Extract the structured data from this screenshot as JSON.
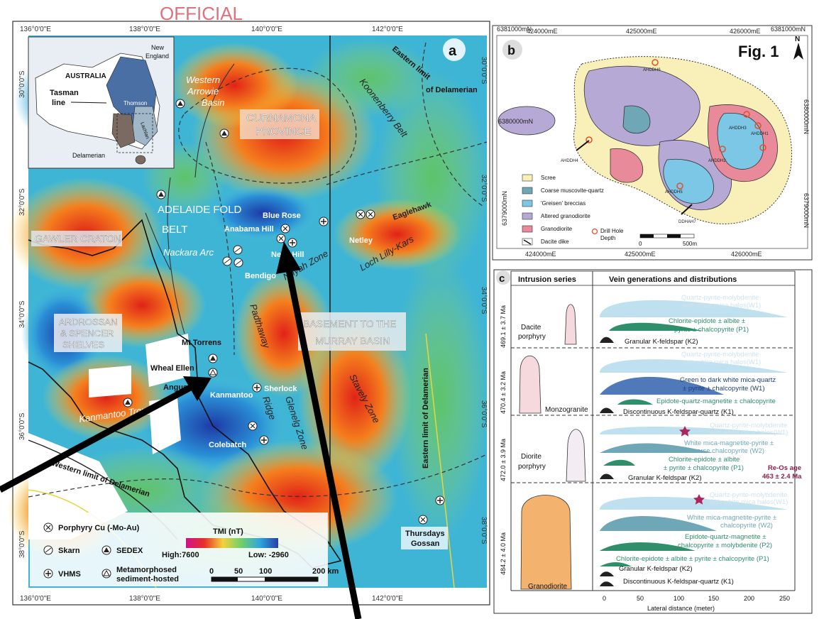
{
  "header": {
    "official": "OFFICIAL"
  },
  "map_a": {
    "panel_letter": "a",
    "top_lon_labels": [
      "136°0'0\"E",
      "138°0'0\"E",
      "140°0'0\"E",
      "142°0'0\"E"
    ],
    "bottom_lon_labels": [
      "136°0'0\"E",
      "138°0'0\"E",
      "140°0'0\"E",
      "142°0'0\"E"
    ],
    "left_lat_labels": [
      "30°0'0\"S",
      "32°0'0\"S",
      "34°0'0\"S",
      "36°0'0\"S",
      "38°0'0\"S"
    ],
    "right_lat_labels": [
      "30°0'0\"S",
      "32°0'0\"S",
      "34°0'0\"S",
      "36°0'0\"S",
      "38°0'0\"S"
    ],
    "inset": {
      "australia": "AUSTRALIA",
      "tasman": "Tasman",
      "line": "line",
      "new": "New",
      "england": "England",
      "thomson": "Thomson",
      "lachlan": "Lachlan",
      "delamerian": "Delamerian"
    },
    "regions": {
      "curnamona_1": "CURNAMONA",
      "curnamona_2": "PROVINCE",
      "adelaide_1": "ADELAIDE FOLD",
      "adelaide_2": "BELT",
      "gawler": "GAWLER CRATON",
      "ardrossan_1": "ARDROSSAN",
      "ardrossan_2": "& SPENCER",
      "ardrossan_3": "SHELVES",
      "basement_1": "BASEMENT TO THE",
      "basement_2": "MURRAY BASIN"
    },
    "italic_labels": {
      "western_1": "Western",
      "western_2": "Arrowie",
      "western_3": "Basin",
      "koonenberry": "Koonenberry Belt",
      "nackara": "Nackara Arc",
      "loch": "Loch Lilly-Kars",
      "kanmantoo": "Kanmantoo Trough",
      "padthaway": "Padthaway",
      "ridge": "Ridge",
      "glenelg": "Glenelg Zone",
      "stavely": "Stavely Zone",
      "nnyah": "Nnyah Zone"
    },
    "limits": {
      "eastern_top_1": "Eastern limit",
      "eastern_top_2": "of Delamerian",
      "eastern_right": "Eastern limit of Delamerian",
      "western": "Western limit of Delamerian"
    },
    "deposits": {
      "blue_rose": "Blue Rose",
      "anabama": "Anabama Hill",
      "netley": "Netley",
      "eaglehawk": "Eaglehawk",
      "nelly": "Nelly Hill",
      "bendigo": "Bendigo",
      "mt_torrens": "Mt Torrens",
      "wheal": "Wheal Ellen",
      "angus": "Angus",
      "kanmantoo_dep": "Kanmantoo",
      "sherlock": "Sherlock",
      "colebatch": "Colebatch",
      "thursdays_1": "Thursdays",
      "thursdays_2": "Gossan"
    },
    "legend": {
      "porphyry": "Porphyry Cu (-Mo-Au)",
      "skarn": "Skarn",
      "sedex": "SEDEX",
      "vhms": "VHMS",
      "meta_1": "Metamorphosed",
      "meta_2": "sediment-hosted",
      "tmi_title": "TMI (nT)",
      "tmi_high": "High:7600",
      "tmi_low": "Low: -2960",
      "scale_0": "0",
      "scale_50": "50",
      "scale_100": "100",
      "scale_200": "200 km"
    }
  },
  "map_b": {
    "panel_letter": "b",
    "fig_label": "Fig. 1",
    "north": "N",
    "corner_tl": "6381000mN",
    "corner_tr": "6381000mN",
    "east_top": [
      "424000mE",
      "425000mE",
      "426000mE"
    ],
    "east_bottom": [
      "424000mE",
      "425000mE",
      "426000mE"
    ],
    "north_6380": "6380000mN",
    "north_6379_left": "6379000mN",
    "north_6379_right": "6379000mN",
    "north_6380_right": "6380000mN",
    "holes": [
      "AHDDH6",
      "AHDDH4",
      "AHDDH2",
      "AHDDH3",
      "AHDDH1",
      "AHDDH5",
      "DDHAH7"
    ],
    "legend": {
      "scree": "Scree",
      "muscovite": "Coarse muscovite-quartz",
      "greisen": "'Greisen' breccias",
      "altered": "Altered granodiorite",
      "granodiorite": "Granodiorite",
      "dacite": "Dacite dike",
      "drill_1": "Drill Hole",
      "drill_2": "Depth",
      "scale_0": "0",
      "scale_500": "500m"
    }
  },
  "panel_c": {
    "panel_letter": "c",
    "col_intrusion": "Intrusion series",
    "col_veins": "Vein generations and distributions",
    "ages": [
      "469.1 ± 3.7 Ma",
      "470.4 ± 3.2 Ma",
      "472.0 ± 3.9 Ma",
      "484.2 ± 4.0 Ma"
    ],
    "intrusions": {
      "dacite_1": "Dacite",
      "dacite_2": "porphyry",
      "monzo": "Monzogranite",
      "diorite_1": "Diorite",
      "diorite_2": "porphyry",
      "grano": "Granodiorite"
    },
    "veins": {
      "d1": "Quartz-pyrite-molybdenite",
      "d2": "with white mica halos(W1)",
      "d3": "Chlorite-epidote ± albite ±",
      "d4": "pyrite ± chalcopyrite (P1)",
      "d5": "Granular K-feldspar (K2)",
      "m1": "Quartz-pyrite-molybdenite",
      "m2": "with white mica halos(W1)",
      "m3": "Green to dark white mica-quartz",
      "m4": "± pyrite ± chalcopyrite  (W1)",
      "m5": "Epidote-quartz-magnetite ± chalcopyrite",
      "m6": "Discontinuous K-feldspar-quartz  (K1)",
      "r1": "Quartz-pyrite-molybdenite",
      "r2": "with white mica halos(W1)",
      "r3": "White mica-magnetite-pyrite ±",
      "r4": "coarse chalcopyrite (W2)",
      "r5": "Chlorite-epidote ± albite",
      "r6": "± pyrite ± chalcopyrite (P1)",
      "r7": "Granular K-feldspar (K2)",
      "reos_1": "Re-Os age",
      "reos_2": "463 ± 2.4 Ma",
      "g1": "Quartz-pyrite-molybdenite",
      "g2": "with white mica halos(W1)",
      "g3": "White mica-magnetite-pyrite ±",
      "g4": "chalcopyrite (W2)",
      "g5": "Epidote-quartz-magnetite ±",
      "g6": "chalcopyrite ± molybdenite (P2)",
      "g7": "Chlorite-epidote ± albite ± pyrite ± chalcopyrite (P1)",
      "g8": "Granular K-feldspar (K2)",
      "g9": "Discontinuous K-feldspar-quartz  (K1)"
    },
    "x_ticks": [
      "0",
      "50",
      "100",
      "150",
      "200",
      "250"
    ],
    "x_label": "Lateral distance (meter)"
  },
  "colors": {
    "official": "#e0717a",
    "reos": "#8b1f4a",
    "vein_light": "#bfe0ef",
    "vein_blue": "#4f79b9",
    "vein_green": "#2f8f6a",
    "vein_black": "#222222",
    "star": "#b0245a"
  }
}
